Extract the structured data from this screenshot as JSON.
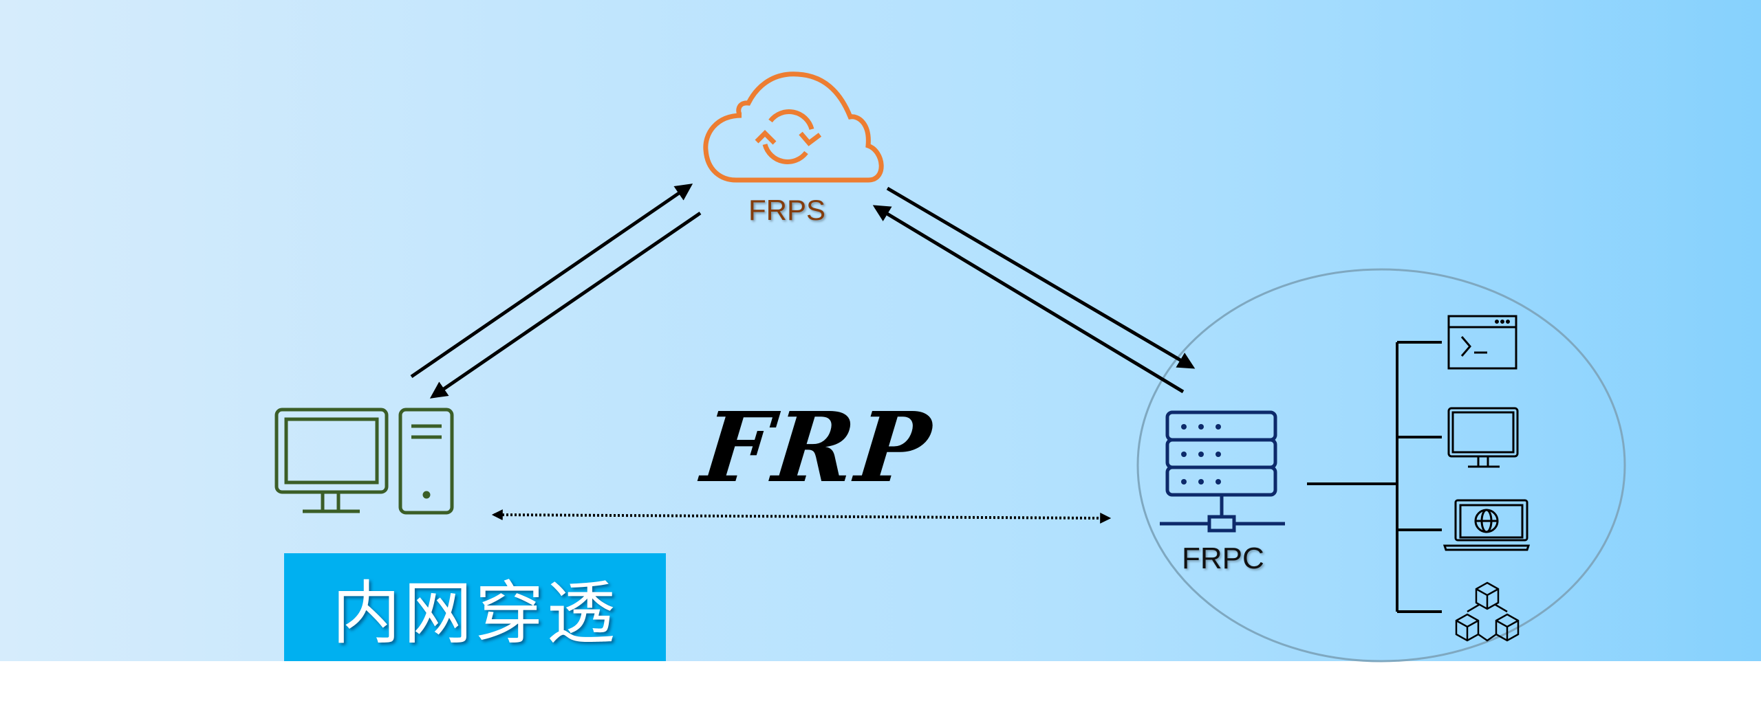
{
  "diagram": {
    "title": "FRP",
    "badge_text": "内网穿透",
    "nodes": {
      "server": {
        "label": "FRPS",
        "icon": "cloud-sync-icon",
        "color": "#ed7d31",
        "label_color": "#843c0c"
      },
      "client": {
        "label": "FRPC",
        "icon": "server-rack-icon",
        "color": "#0d2a6b"
      },
      "local_pc": {
        "icon": "desktop-computer-icon",
        "color": "#3b5e27"
      }
    },
    "internal_services": [
      {
        "name": "terminal",
        "icon": "terminal-window-icon"
      },
      {
        "name": "desktop",
        "icon": "monitor-icon"
      },
      {
        "name": "web",
        "icon": "laptop-globe-icon"
      },
      {
        "name": "blocks",
        "icon": "cubes-cluster-icon"
      }
    ],
    "connections": [
      {
        "from": "local_pc",
        "to": "server",
        "style": "solid"
      },
      {
        "from": "server",
        "to": "local_pc",
        "style": "solid"
      },
      {
        "from": "client",
        "to": "server",
        "style": "solid"
      },
      {
        "from": "server",
        "to": "client",
        "style": "solid"
      },
      {
        "from": "local_pc",
        "to": "client",
        "style": "dotted",
        "bidirectional": true
      }
    ],
    "colors": {
      "badge_bg": "#00b0f0",
      "banner_left": "#d6ecfc",
      "banner_right": "#86d1fd",
      "intranet_ellipse": "#7fa8c0"
    }
  }
}
